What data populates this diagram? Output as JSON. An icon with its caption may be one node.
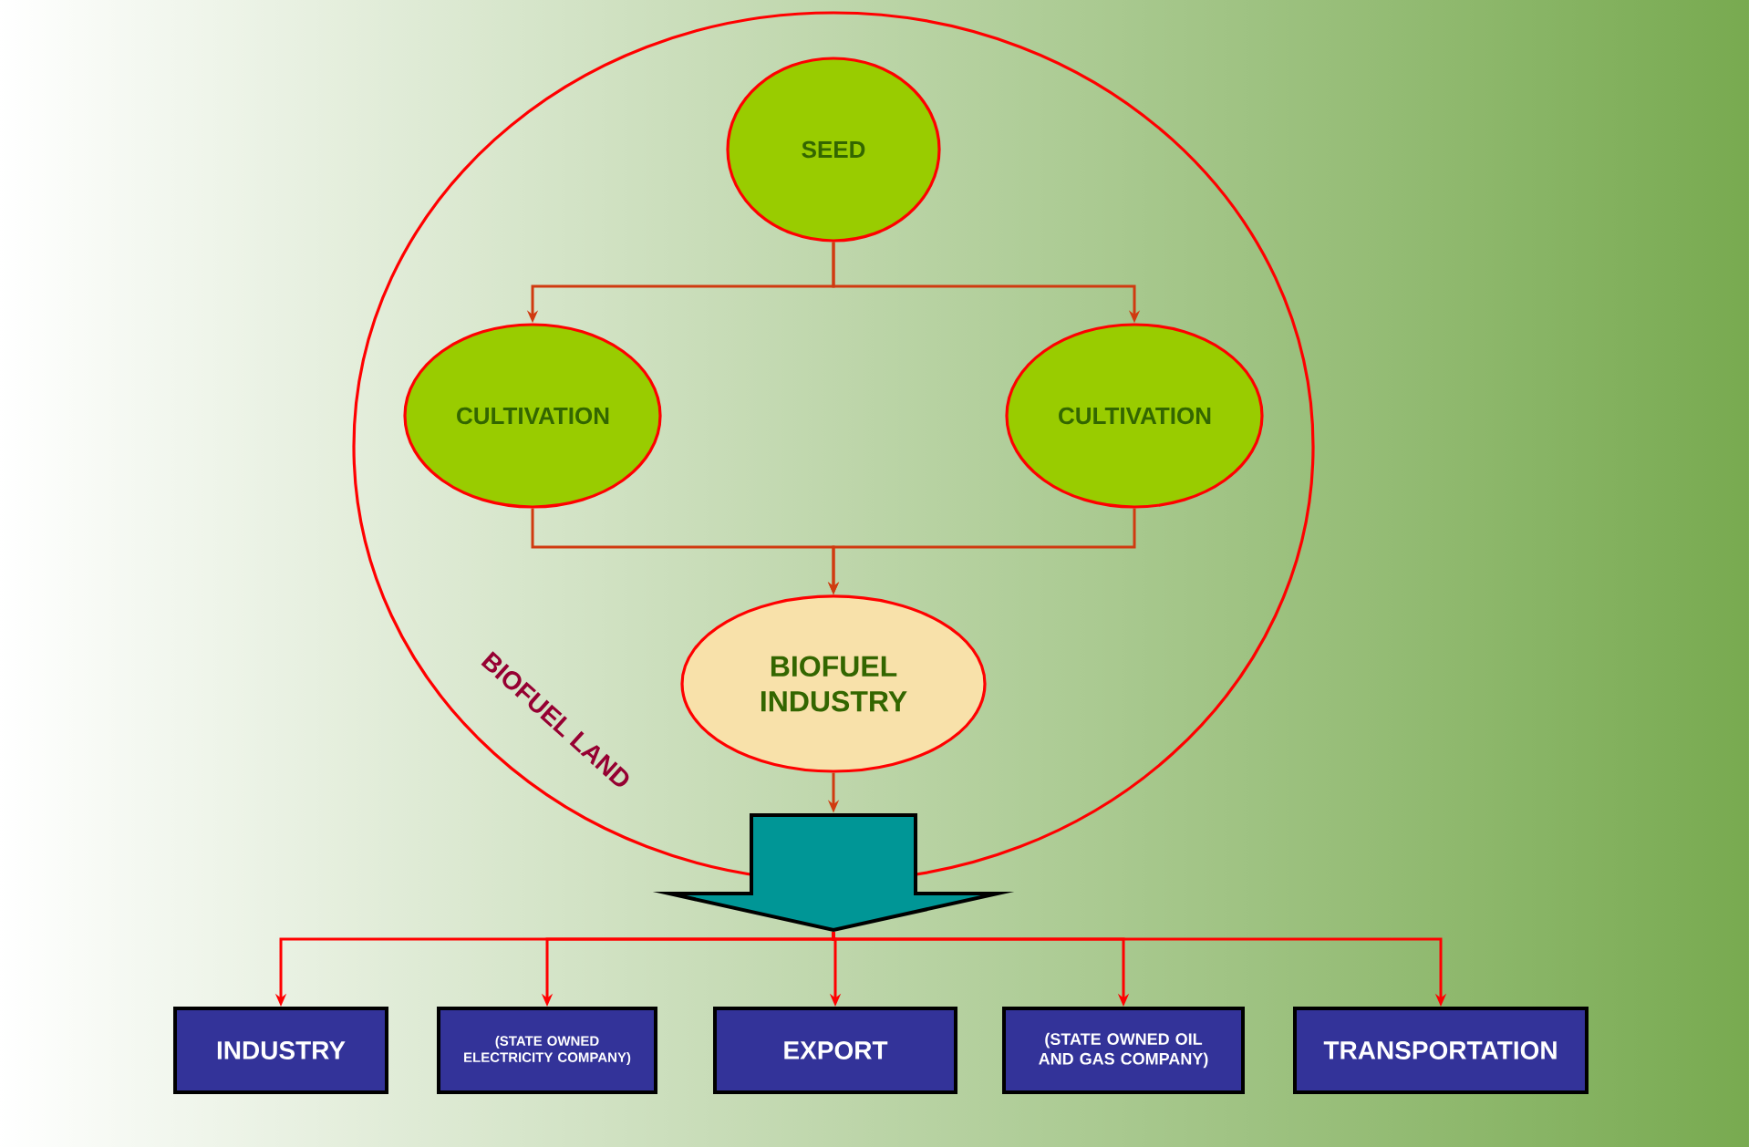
{
  "diagram": {
    "nodes": [
      {
        "text": [
          "BIOFUEL LAND"
        ]
      },
      {
        "text": [
          "SEED"
        ],
        "in": 0
      },
      {
        "text": [
          "CULTIVATION"
        ],
        "in": 0
      },
      {
        "text": [
          "CULTIVATION"
        ],
        "in": 0
      },
      {
        "text": [
          "BIOFUEL INDUSTRY"
        ],
        "in": 0
      },
      {
        "text": [],
        "shape": "arrow"
      },
      {
        "text": [
          "INDUSTRY"
        ]
      },
      {
        "text": [
          "(STATE OWNED ELECTRICITY COMPANY)"
        ]
      },
      {
        "text": [
          "EXPORT"
        ]
      },
      {
        "text": [
          "(STATE OWNED OIL AND GAS COMPANY)"
        ]
      },
      {
        "text": [
          "TRANSPORTATION"
        ]
      }
    ],
    "edges": [
      {
        "from": 1,
        "to": 2,
        "arrow": "to",
        "color": "#d03a10"
      },
      {
        "from": 1,
        "to": 3,
        "arrow": "to",
        "color": "#d03a10"
      },
      {
        "from": 2,
        "to": 4,
        "arrow": "to",
        "color": "#d03a10"
      },
      {
        "from": 3,
        "to": 4,
        "arrow": "to",
        "color": "#d03a10"
      },
      {
        "from": 4,
        "to": 5,
        "arrow": "to",
        "color": "#d03a10"
      },
      {
        "from": 5,
        "to": 6,
        "arrow": "to"
      },
      {
        "from": 5,
        "to": 7,
        "arrow": "to"
      },
      {
        "from": 5,
        "to": 8,
        "arrow": "to"
      },
      {
        "from": 5,
        "to": 9,
        "arrow": "to"
      },
      {
        "from": 5,
        "to": 10,
        "arrow": "to"
      }
    ]
  }
}
